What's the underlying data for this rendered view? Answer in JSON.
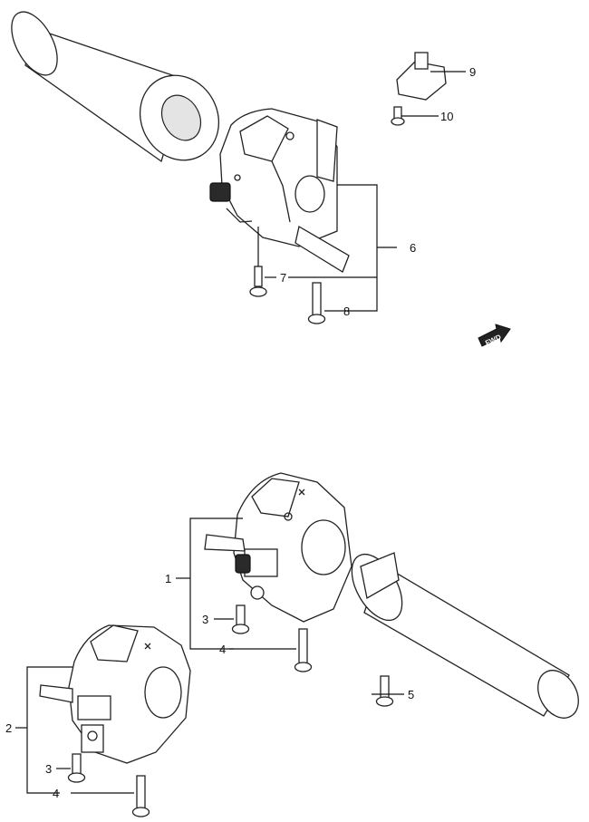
{
  "callouts": {
    "c1": "1",
    "c2": "2",
    "c3a": "3",
    "c3b": "3",
    "c4a": "4",
    "c4b": "4",
    "c5": "5",
    "c6": "6",
    "c7": "7",
    "c8": "8",
    "c9": "9",
    "c10": "10"
  },
  "direction_badge": {
    "label": "FWD"
  }
}
